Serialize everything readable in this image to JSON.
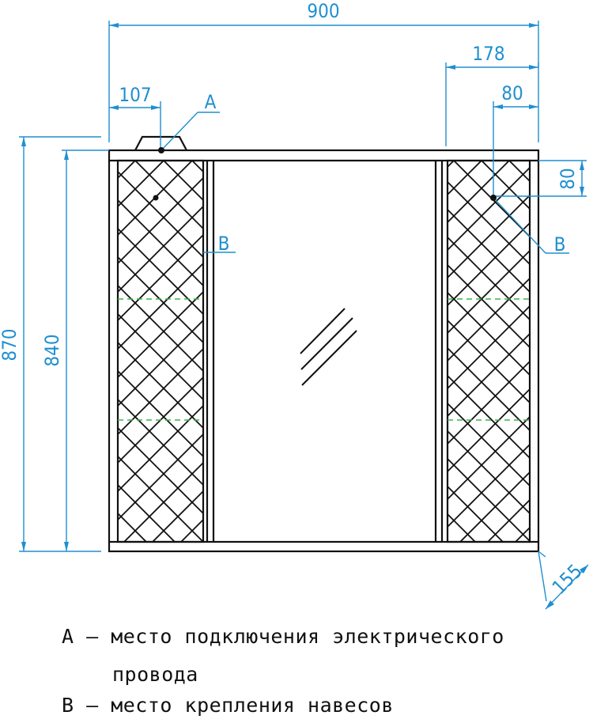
{
  "dimensions": {
    "total_width": "900",
    "side_width": "178",
    "mount_offset": "80",
    "cable_offset": "107",
    "mount_height": "80",
    "total_height": "870",
    "body_height": "840",
    "depth": "155"
  },
  "markers": {
    "a": "A",
    "b_left": "B",
    "b_right": "B"
  },
  "legend": {
    "line_a": "A – место подключения электрического",
    "line_a_cont": "провода",
    "line_b": "B – место крепления навесов"
  },
  "colors": {
    "dimension": "#1f8fd0",
    "outline": "#111111",
    "shelf": "#3bb34a"
  }
}
